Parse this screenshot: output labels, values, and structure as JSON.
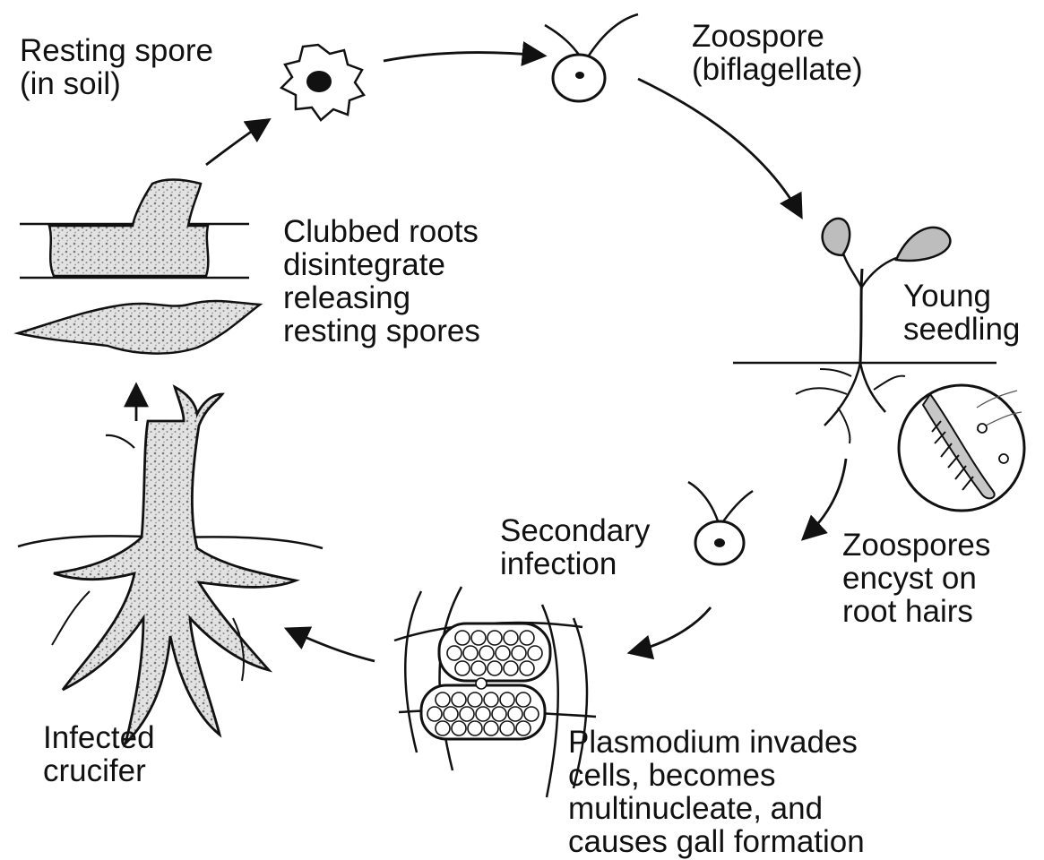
{
  "labels": {
    "resting_spore": [
      "Resting spore",
      "(in soil)"
    ],
    "zoospore": [
      "Zoospore",
      "(biflagellate)"
    ],
    "clubbed_roots": [
      "Clubbed roots",
      "disintegrate",
      "releasing",
      "resting spores"
    ],
    "young_seedling": [
      "Young",
      "seedling"
    ],
    "secondary_infection": [
      "Secondary",
      "infection"
    ],
    "zoospores_encyst": [
      "Zoospores",
      "encyst on",
      "root hairs"
    ],
    "infected_crucifer": [
      "Infected",
      "crucifer"
    ],
    "plasmodium": [
      "Plasmodium invades",
      "cells, becomes",
      "multinucleate, and",
      "causes gall formation"
    ]
  },
  "colors": {
    "ink": "#111111",
    "leaf_fill": "#bdbdbd",
    "stipple_fill": "#d4d4d4",
    "background": "#ffffff"
  }
}
